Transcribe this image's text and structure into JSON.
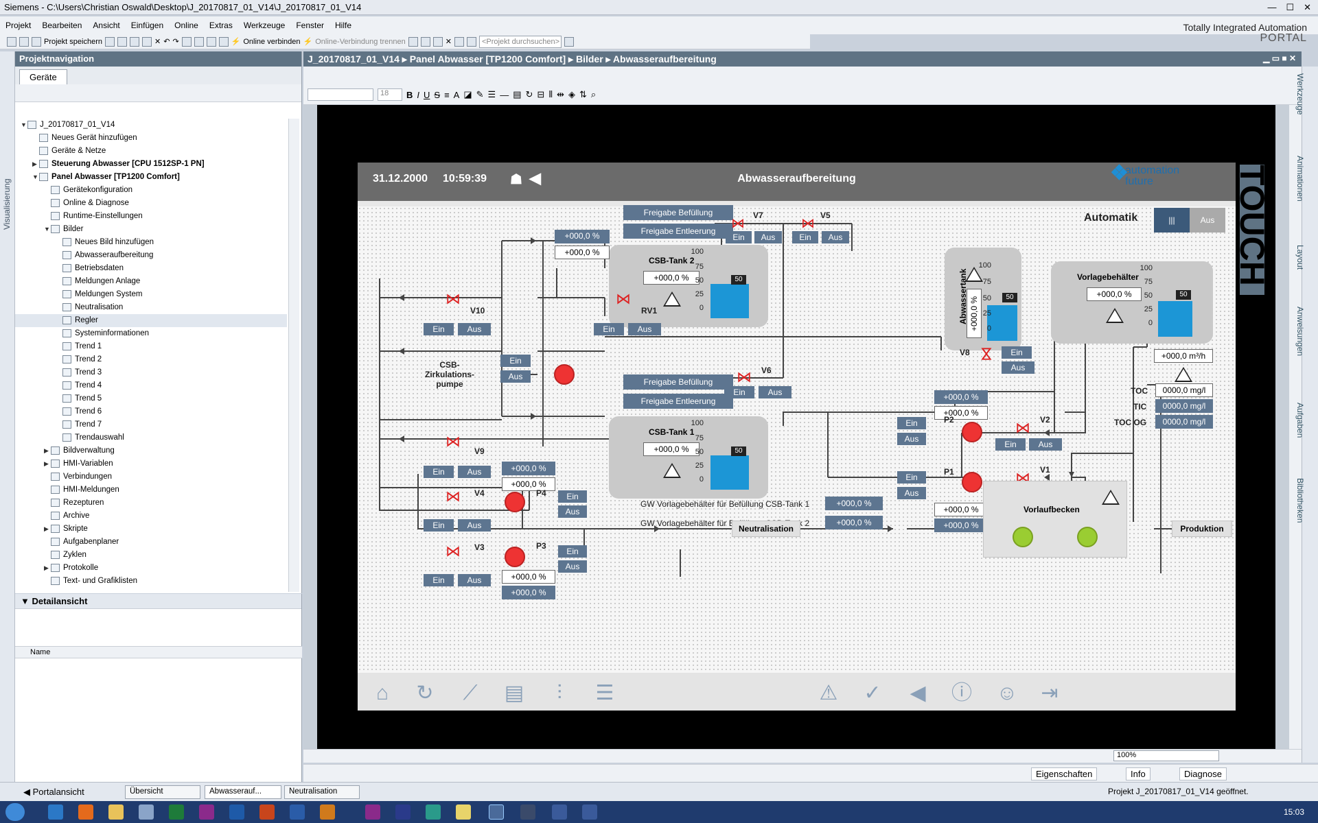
{
  "window": {
    "title": "Siemens - C:\\Users\\Christian Oswald\\Desktop\\J_20170817_01_V14\\J_20170817_01_V14"
  },
  "menu": [
    "Projekt",
    "Bearbeiten",
    "Ansicht",
    "Einfügen",
    "Online",
    "Extras",
    "Werkzeuge",
    "Fenster",
    "Hilfe"
  ],
  "brand": {
    "line1": "Totally Integrated Automation",
    "line2": "PORTAL"
  },
  "toolbar": {
    "save": "Projekt speichern",
    "connect": "Online verbinden",
    "disconnect": "Online-Verbindung trennen",
    "search_placeholder": "<Projekt durchsuchen>"
  },
  "left": {
    "strip": "Visualisierung",
    "nav_title": "Projektnavigation",
    "tab": "Geräte",
    "tree": [
      {
        "label": "J_20170817_01_V14",
        "lvl": 0,
        "ar": "▼"
      },
      {
        "label": "Neues Gerät hinzufügen",
        "lvl": 1,
        "ar": ""
      },
      {
        "label": "Geräte & Netze",
        "lvl": 1,
        "ar": ""
      },
      {
        "label": "Steuerung Abwasser [CPU 1512SP-1 PN]",
        "lvl": 1,
        "ar": "▶",
        "bold": true
      },
      {
        "label": "Panel Abwasser [TP1200 Comfort]",
        "lvl": 1,
        "ar": "▼",
        "bold": true
      },
      {
        "label": "Gerätekonfiguration",
        "lvl": 2,
        "ar": ""
      },
      {
        "label": "Online & Diagnose",
        "lvl": 2,
        "ar": ""
      },
      {
        "label": "Runtime-Einstellungen",
        "lvl": 2,
        "ar": ""
      },
      {
        "label": "Bilder",
        "lvl": 2,
        "ar": "▼"
      },
      {
        "label": "Neues Bild hinzufügen",
        "lvl": 3,
        "ar": ""
      },
      {
        "label": "Abwasseraufbereitung",
        "lvl": 3,
        "ar": ""
      },
      {
        "label": "Betriebsdaten",
        "lvl": 3,
        "ar": ""
      },
      {
        "label": "Meldungen Anlage",
        "lvl": 3,
        "ar": ""
      },
      {
        "label": "Meldungen System",
        "lvl": 3,
        "ar": ""
      },
      {
        "label": "Neutralisation",
        "lvl": 3,
        "ar": ""
      },
      {
        "label": "Regler",
        "lvl": 3,
        "ar": "",
        "sel": true
      },
      {
        "label": "Systeminformationen",
        "lvl": 3,
        "ar": ""
      },
      {
        "label": "Trend 1",
        "lvl": 3,
        "ar": ""
      },
      {
        "label": "Trend 2",
        "lvl": 3,
        "ar": ""
      },
      {
        "label": "Trend 3",
        "lvl": 3,
        "ar": ""
      },
      {
        "label": "Trend 4",
        "lvl": 3,
        "ar": ""
      },
      {
        "label": "Trend 5",
        "lvl": 3,
        "ar": ""
      },
      {
        "label": "Trend 6",
        "lvl": 3,
        "ar": ""
      },
      {
        "label": "Trend 7",
        "lvl": 3,
        "ar": ""
      },
      {
        "label": "Trendauswahl",
        "lvl": 3,
        "ar": ""
      },
      {
        "label": "Bildverwaltung",
        "lvl": 2,
        "ar": "▶"
      },
      {
        "label": "HMI-Variablen",
        "lvl": 2,
        "ar": "▶"
      },
      {
        "label": "Verbindungen",
        "lvl": 2,
        "ar": ""
      },
      {
        "label": "HMI-Meldungen",
        "lvl": 2,
        "ar": ""
      },
      {
        "label": "Rezepturen",
        "lvl": 2,
        "ar": ""
      },
      {
        "label": "Archive",
        "lvl": 2,
        "ar": ""
      },
      {
        "label": "Skripte",
        "lvl": 2,
        "ar": "▶"
      },
      {
        "label": "Aufgabenplaner",
        "lvl": 2,
        "ar": ""
      },
      {
        "label": "Zyklen",
        "lvl": 2,
        "ar": ""
      },
      {
        "label": "Protokolle",
        "lvl": 2,
        "ar": "▶"
      },
      {
        "label": "Text- und Grafiklisten",
        "lvl": 2,
        "ar": ""
      }
    ],
    "detail_title": "Detailansicht",
    "detail_col": "Name"
  },
  "editor": {
    "crumbs": "J_20170817_01_V14  ▸  Panel Abwasser [TP1200 Comfort]  ▸  Bilder  ▸  Abwasseraufbereitung",
    "font_size": "18",
    "zoom": "100%"
  },
  "right_tabs": [
    "Werkzeuge",
    "Animationen",
    "Layout",
    "Anweisungen",
    "Aufgaben",
    "Bibliotheken"
  ],
  "inspector": {
    "props": "Eigenschaften",
    "info": "Info",
    "diag": "Diagnose"
  },
  "portal": {
    "label": "Portalansicht",
    "tabs": [
      "Übersicht",
      "Abwasserauf...",
      "Neutralisation"
    ],
    "status": "Projekt J_20170817_01_V14 geöffnet."
  },
  "taskbar": {
    "time": "15:03"
  },
  "hmi": {
    "date": "31.12.2000",
    "time": "10:59:39",
    "title": "Abwasseraufbereitung",
    "logo1": "automation",
    "logo2": "future",
    "touch": "TOUCH",
    "auto_label": "Automatik",
    "auto_off": "Aus",
    "auto_on": "|||",
    "fill": "Freigabe Befüllung",
    "empty": "Freigabe Entleerung",
    "ein": "Ein",
    "aus": "Aus",
    "pct": "+000,0 %",
    "flow": "+000,0 m³/h",
    "mgl": "0000,0 mg/l",
    "tank2": "CSB-Tank 2",
    "tank1": "CSB-Tank 1",
    "abw": "Abwassertank",
    "vorlage": "Vorlagebehälter",
    "scale": [
      "100",
      "75",
      "50",
      "25",
      "0"
    ],
    "marker": "50",
    "pump_label": "CSB-Zirkulations-\npumpe",
    "valves": {
      "v10": "V10",
      "rv1": "RV1",
      "v7": "V7",
      "v5": "V5",
      "v8": "V8",
      "v6": "V6",
      "v9": "V9",
      "v4": "V4",
      "v3": "V3",
      "v2": "V2",
      "v1": "V1"
    },
    "pumps": {
      "p4": "P4",
      "p3": "P3",
      "p2": "P2",
      "p1": "P1"
    },
    "toc": "TOC",
    "tic": "TIC",
    "tocog": "TOC OG",
    "gw1": "GW Vorlagebehälter für Befüllung CSB-Tank 1",
    "gw2": "GW Vorlagebehälter für Befüllung CSB-Tank 2",
    "neutral": "Neutralisation",
    "vorlauf": "Vorlaufbecken",
    "prod": "Produktion"
  }
}
